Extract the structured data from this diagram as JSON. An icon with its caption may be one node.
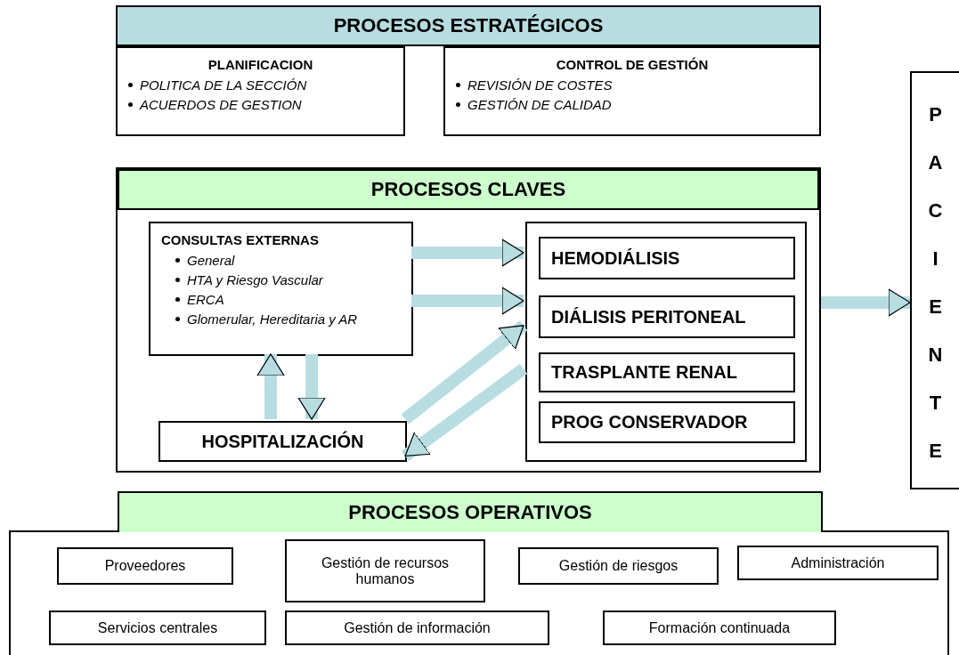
{
  "diagram": {
    "nodes": [
      {
        "text": [
          "PROCESOS ESTRATÉGICOS"
        ]
      },
      {
        "text": [
          "PLANIFICACION",
          "POLITICA DE LA SECCIÓN",
          "ACUERDOS DE GESTION"
        ]
      },
      {
        "text": [
          "CONTROL DE GESTIÓN",
          "REVISIÓN DE COSTES",
          "GESTIÓN DE CALIDAD"
        ]
      },
      {
        "text": [
          "PROCESOS CLAVES"
        ]
      },
      {
        "text": [
          "CONSULTAS EXTERNAS",
          "General",
          "HTA y Riesgo Vascular",
          "ERCA",
          "Glomerular, Hereditaria y AR"
        ],
        "in": 3
      },
      {
        "text": [],
        "shape": "box",
        "in": 3
      },
      {
        "text": [
          "HEMODIÁLISIS"
        ],
        "in": 5
      },
      {
        "text": [
          "DIÁLISIS PERITONEAL"
        ],
        "in": 5
      },
      {
        "text": [
          "TRASPLANTE RENAL"
        ],
        "in": 5
      },
      {
        "text": [
          "PROG  CONSERVADOR"
        ],
        "in": 5
      },
      {
        "text": [
          "HOSPITALIZACIÓN"
        ],
        "in": 3
      },
      {
        "text": [
          "PACIENTE"
        ]
      },
      {
        "text": [
          "PROCESOS OPERATIVOS"
        ]
      },
      {
        "text": [
          "Proveedores"
        ],
        "in": 12
      },
      {
        "text": [
          "Gestión de recursos humanos"
        ],
        "in": 12
      },
      {
        "text": [
          "Gestión de riesgos"
        ],
        "in": 12
      },
      {
        "text": [
          "Administración"
        ],
        "in": 12
      },
      {
        "text": [
          "Servicios centrales"
        ],
        "in": 12
      },
      {
        "text": [
          "Gestión de información"
        ],
        "in": 12
      },
      {
        "text": [
          "Formación continuada"
        ],
        "in": 12
      }
    ],
    "edges": [
      {
        "from": 4,
        "to": 5,
        "arrow": "to"
      },
      {
        "from": 4,
        "to": 5,
        "arrow": "to"
      },
      {
        "from": 10,
        "to": 4,
        "arrow": "to"
      },
      {
        "from": 4,
        "to": 10,
        "arrow": "to"
      },
      {
        "from": 10,
        "to": 5,
        "arrow": "to"
      },
      {
        "from": 5,
        "to": 10,
        "arrow": "to"
      },
      {
        "from": 3,
        "to": 11,
        "arrow": "to"
      }
    ]
  }
}
